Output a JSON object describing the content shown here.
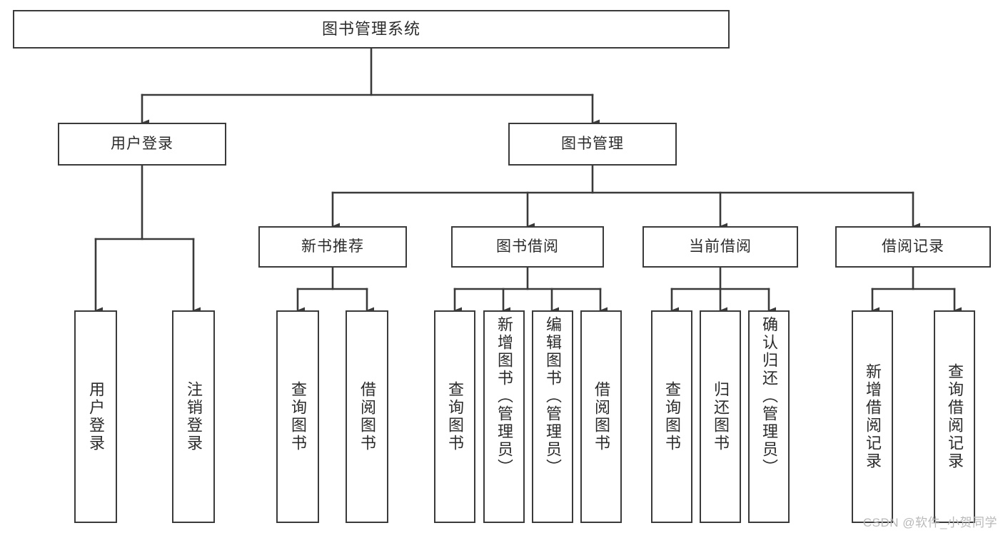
{
  "diagram": {
    "title": "图书管理系统",
    "type": "tree-hierarchy-diagram",
    "colors": {
      "background": "#ffffff",
      "box_border": "#3a3a3a",
      "box_fill": "#ffffff",
      "connector": "#3a3a3a",
      "text": "#2b2b2b",
      "watermark": "#b9b9b9"
    },
    "root": {
      "label": "图书管理系统"
    },
    "level2": [
      {
        "label": "用户登录"
      },
      {
        "label": "图书管理"
      }
    ],
    "level3": [
      {
        "label": "新书推荐"
      },
      {
        "label": "图书借阅"
      },
      {
        "label": "当前借阅"
      },
      {
        "label": "借阅记录"
      }
    ],
    "leaves": {
      "user_login": [
        {
          "label": "用户登录"
        },
        {
          "label": "注销登录"
        }
      ],
      "new_book_recommend": [
        {
          "label": "查询图书"
        },
        {
          "label": "借阅图书"
        }
      ],
      "book_borrow": [
        {
          "label": "查询图书"
        },
        {
          "label": "新增图书（管理员）"
        },
        {
          "label": "编辑图书（管理员）"
        },
        {
          "label": "借阅图书"
        }
      ],
      "current_borrow": [
        {
          "label": "查询图书"
        },
        {
          "label": "归还图书"
        },
        {
          "label": "确认归还（管理员）"
        }
      ],
      "borrow_record": [
        {
          "label": "新增借阅记录"
        },
        {
          "label": "查询借阅记录"
        }
      ]
    },
    "watermark": "CSDN @软件_小贺同学"
  }
}
